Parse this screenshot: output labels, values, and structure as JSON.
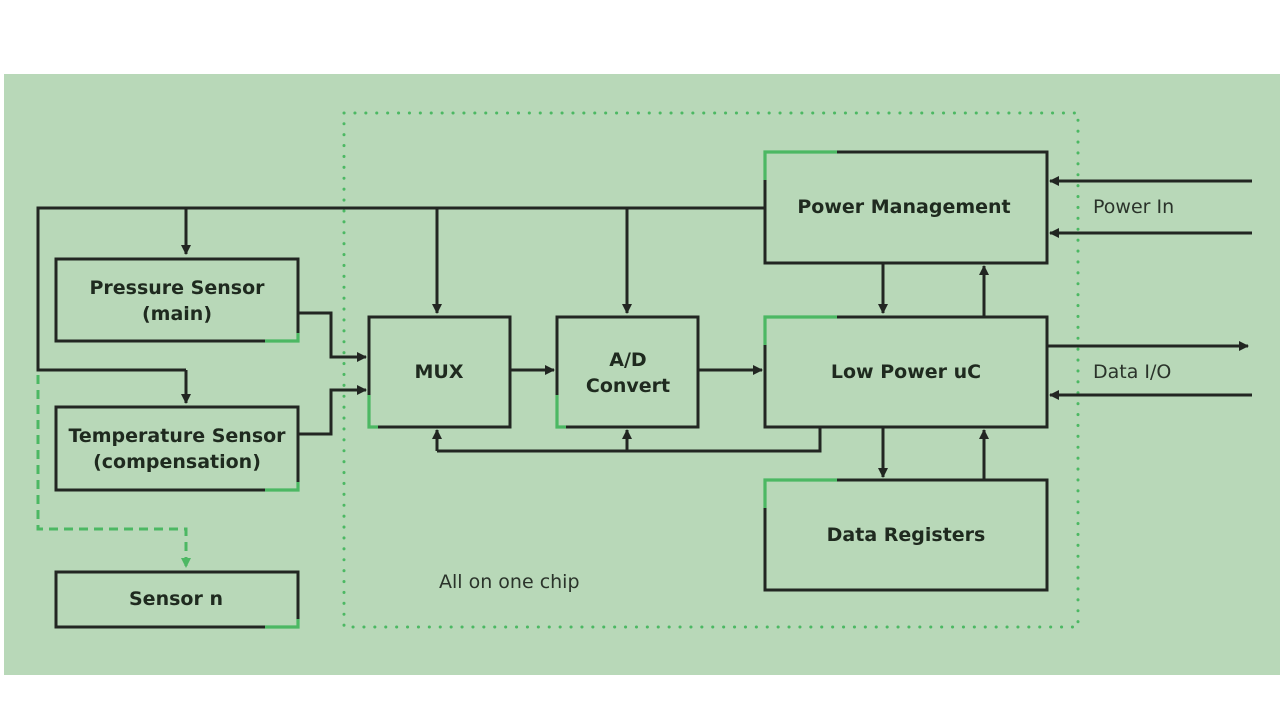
{
  "diagram": {
    "colors": {
      "background": "#b8d8b8",
      "line": "#222622",
      "accent": "#4cb863",
      "chip_border": "#4cb863"
    },
    "chip_label": "All on one chip",
    "blocks": {
      "pressure_sensor": {
        "line1": "Pressure Sensor",
        "line2": "(main)"
      },
      "temperature_sensor": {
        "line1": "Temperature Sensor",
        "line2": "(compensation)"
      },
      "sensor_n": {
        "line1": "Sensor n"
      },
      "mux": {
        "line1": "MUX"
      },
      "adc": {
        "line1": "A/D",
        "line2": "Convert"
      },
      "power_management": {
        "line1": "Power Management"
      },
      "low_power_uc": {
        "line1": "Low Power uC"
      },
      "data_registers": {
        "line1": "Data Registers"
      }
    },
    "external_labels": {
      "power_in": "Power In",
      "data_io": "Data I/O"
    }
  }
}
